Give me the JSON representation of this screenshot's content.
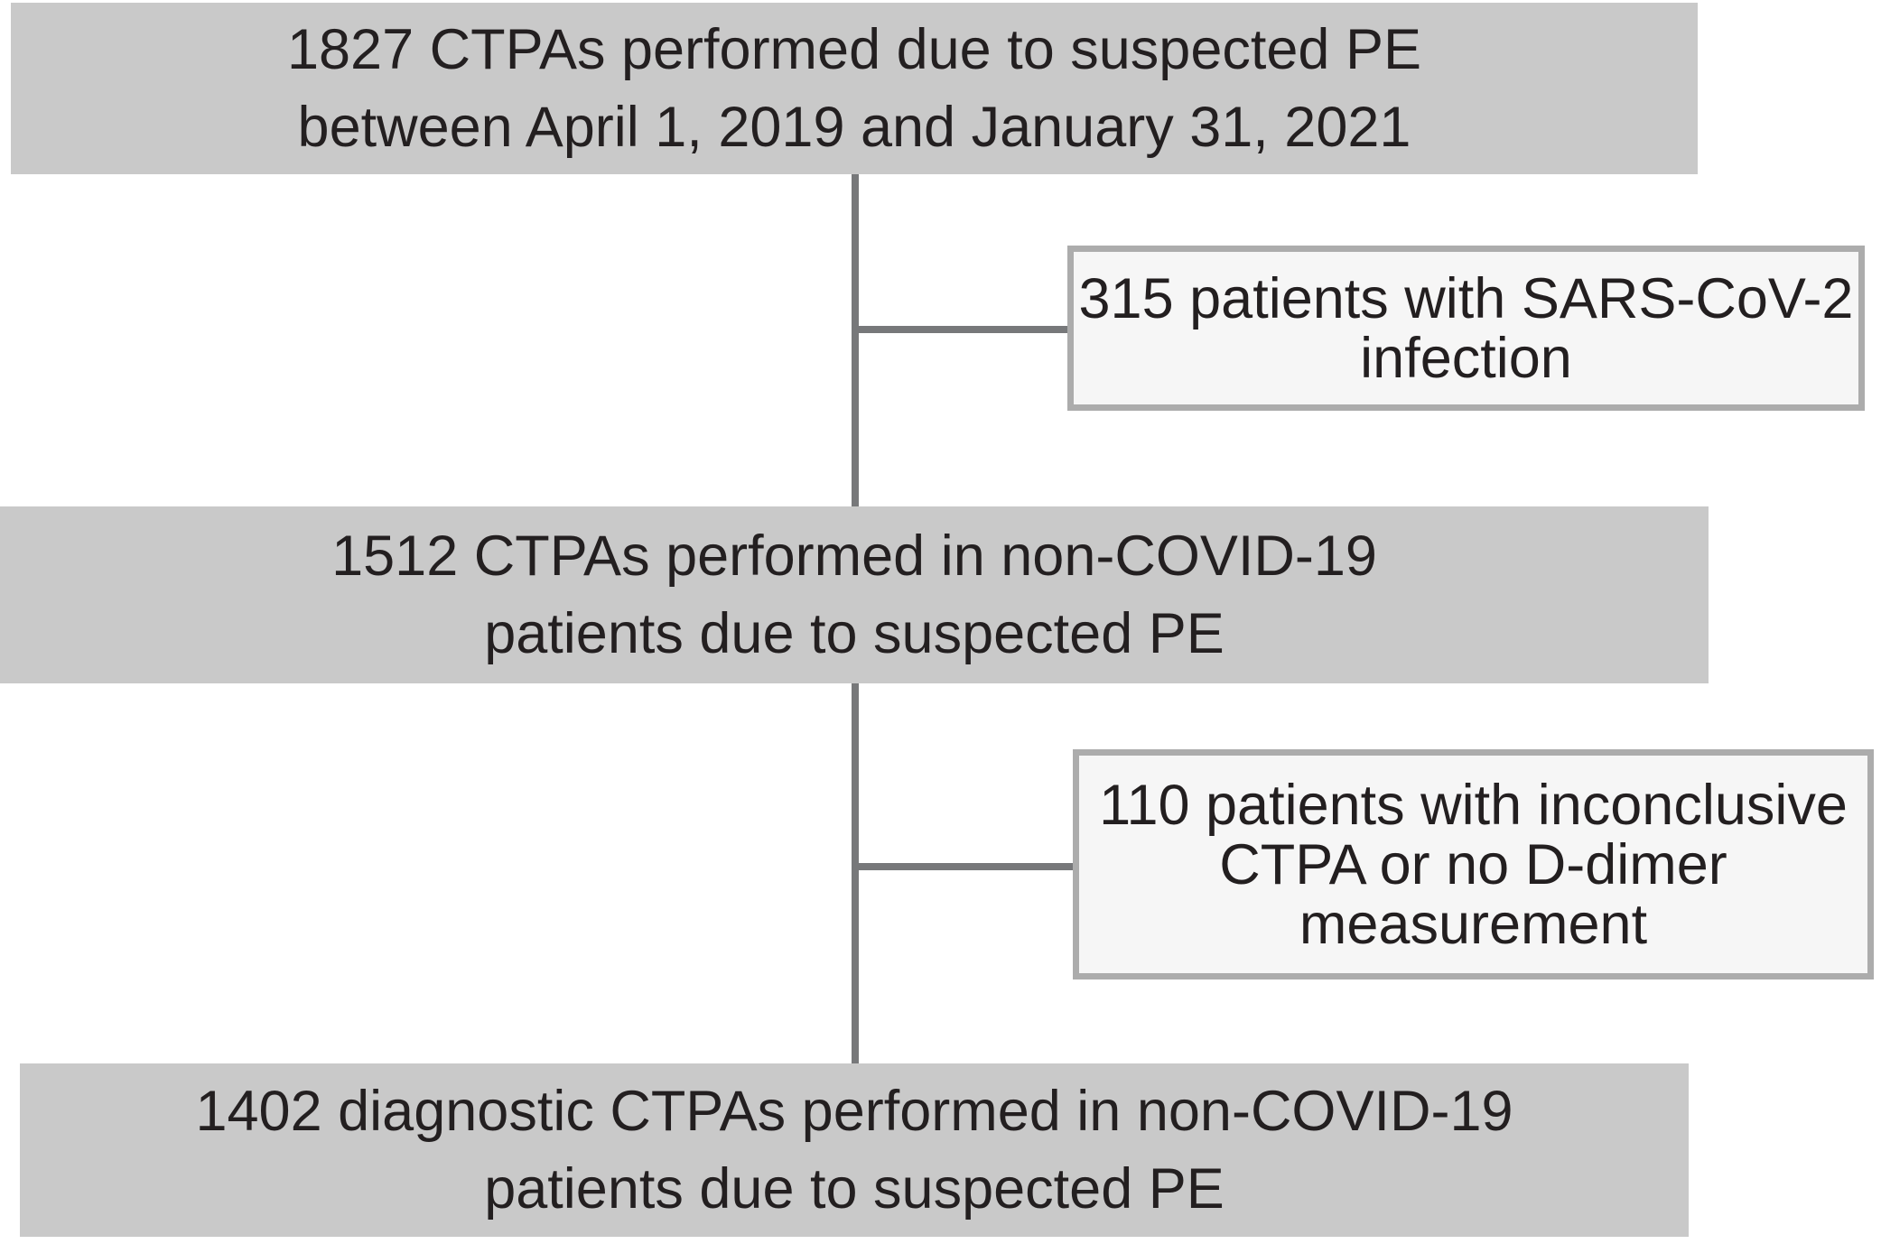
{
  "figure": {
    "type": "patient-flow-diagram",
    "colors": {
      "main_box_fill": "#c9c9c9",
      "side_box_fill": "#f6f6f6",
      "side_box_border": "#acacac",
      "connector_line": "#77787a",
      "text": "#231f20",
      "background": "#ffffff"
    },
    "boxes": {
      "total": {
        "count": 1827,
        "lines": [
          "1827 CTPAs performed due to suspected PE",
          "between April 1, 2019 and January 31, 2021"
        ]
      },
      "excluded_covid": {
        "count": 315,
        "lines": [
          "315 patients with SARS-CoV-2",
          "infection"
        ]
      },
      "non_covid": {
        "count": 1512,
        "lines": [
          "1512 CTPAs performed in non-COVID-19",
          "patients due to suspected PE"
        ]
      },
      "excluded_inconclusive": {
        "count": 110,
        "lines": [
          "110 patients with inconclusive",
          "CTPA or no D-dimer",
          "measurement"
        ]
      },
      "final": {
        "count": 1402,
        "lines": [
          "1402 diagnostic CTPAs performed in non-COVID-19",
          "patients due to suspected PE"
        ]
      }
    }
  }
}
